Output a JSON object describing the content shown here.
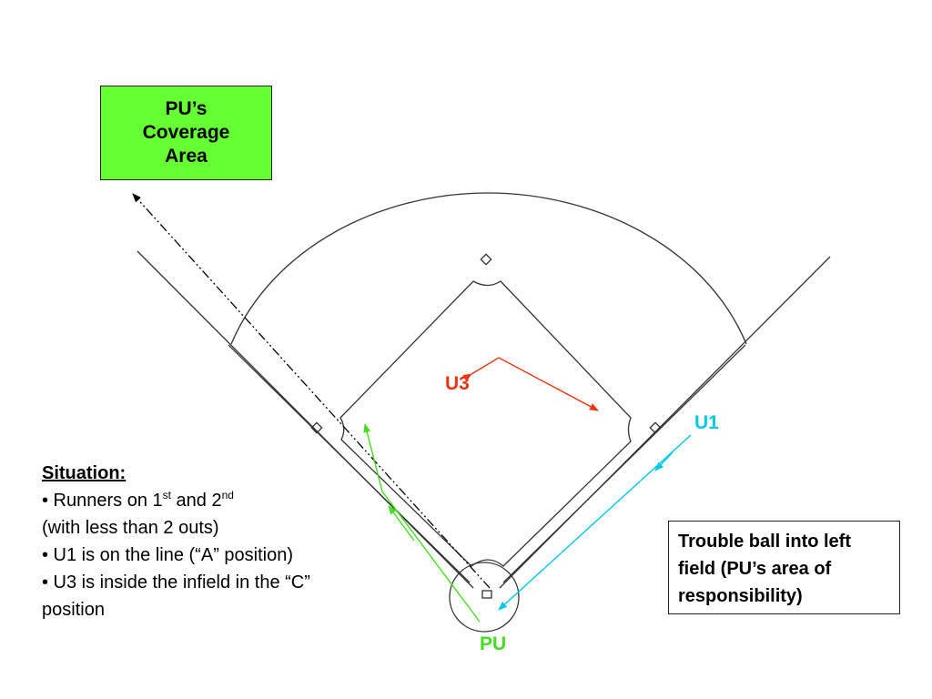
{
  "coverage_box": {
    "lines": [
      "PU’s",
      "Coverage",
      "Area"
    ],
    "color": "#66ff33"
  },
  "situation": {
    "heading": "Situation:",
    "item1_pre": "• Runners on 1",
    "item1_sup1": "st",
    "item1_mid": " and 2",
    "item1_sup2": "nd",
    "item1_cont": "(with less than 2 outs)",
    "item2": "• U1 is on the line (“A” position)",
    "item3": "• U3 is inside the infield in the “C” position"
  },
  "trouble_box": {
    "text": "Trouble ball into left field (PU’s area of responsibility)"
  },
  "umpires": {
    "u3": {
      "label": "U3",
      "color": "#ee3311"
    },
    "u1": {
      "label": "U1",
      "color": "#00c8e8"
    },
    "pu": {
      "label": "PU",
      "color": "#44dd22"
    }
  }
}
